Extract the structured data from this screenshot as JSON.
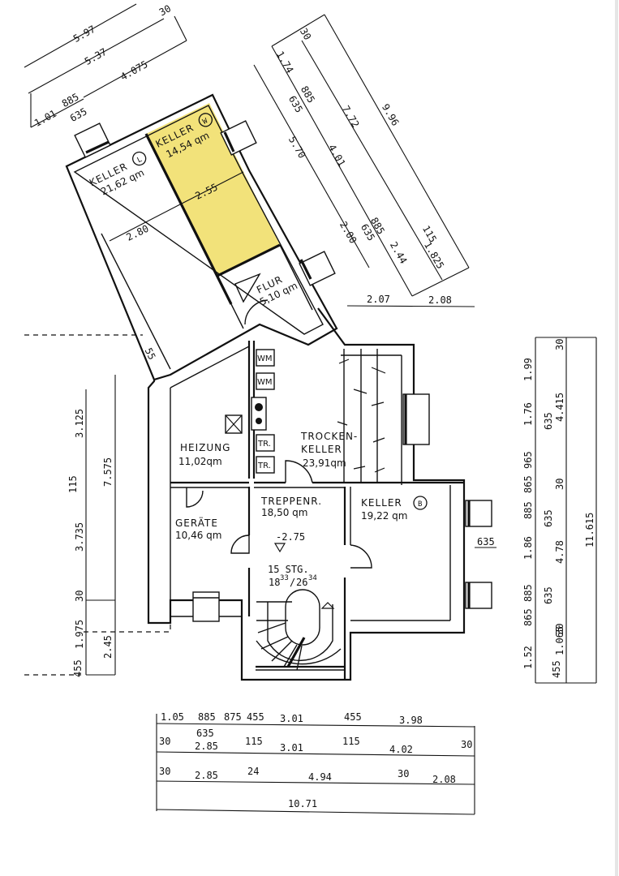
{
  "plan": {
    "highlight_color": "#f2e27a",
    "rooms": [
      {
        "id": "keller-l",
        "name": "KELLER",
        "marker": "L",
        "area": "21,62 qm"
      },
      {
        "id": "keller-w",
        "name": "KELLER",
        "marker": "W",
        "area": "14,54 qm",
        "highlighted": true
      },
      {
        "id": "flur",
        "name": "FLUR",
        "area": "5,10 qm"
      },
      {
        "id": "heizung",
        "name": "HEIZUNG",
        "area": "11,02qm"
      },
      {
        "id": "trockenkeller",
        "name_line1": "TROCKEN-",
        "name_line2": "KELLER",
        "area": "23,91qm"
      },
      {
        "id": "geraete",
        "name": "GERÄTE",
        "area": "10,46 qm"
      },
      {
        "id": "treppenraum",
        "name": "TREPPENR.",
        "area": "18,50 qm"
      },
      {
        "id": "keller-b",
        "name": "KELLER",
        "marker": "B",
        "area": "19,22 qm"
      }
    ],
    "fixtures": {
      "wm1": "WM",
      "wm2": "WM",
      "tr1": "TR.",
      "tr2": "TR."
    },
    "stair": {
      "level": "-2.75",
      "steps": "15 STG.",
      "ratio_main1": "18",
      "ratio_sup1": "33",
      "ratio_sep": "/",
      "ratio_main2": "26",
      "ratio_sup2": "34"
    },
    "inner_dims": {
      "keller_l_width": "2.80",
      "keller_w_width": "2.55",
      "wall_offset": "55"
    },
    "dims_top_left": {
      "d1": "5.97",
      "d2": "5.37",
      "d3": "4.075",
      "d4": "30",
      "d5": "1.01",
      "d6": "885",
      "d7": "635"
    },
    "dims_top_right": {
      "d1": "30",
      "d2": "1.74",
      "d3": "885",
      "d4": "635",
      "d5": "5.70",
      "d6": "4.01",
      "d7": "7.72",
      "d8": "9.96",
      "d9": "2.00",
      "d10": "885",
      "d11": "635",
      "d12": "2.44",
      "d13": "115",
      "d14": "1.825",
      "d15": "2.07",
      "d16": "2.08"
    },
    "dims_left": {
      "d1": "3.125",
      "d2": "115",
      "d3": "3.735",
      "d4": "30",
      "d5": "1.975",
      "d6": "455",
      "d7": "7.575",
      "d8": "2.45"
    },
    "dims_right": {
      "c1": [
        "1.99",
        "1.76",
        "965",
        "865",
        "885",
        "1.86",
        "885",
        "865",
        "1.52"
      ],
      "c2": [
        "30",
        "4.415",
        "635",
        "30",
        "635",
        "4.78",
        "635",
        "30",
        "1.065",
        "455"
      ],
      "c3": "11.615",
      "window": "635"
    },
    "dims_bottom": {
      "r1": [
        "1.05",
        "885",
        "875",
        "455",
        "3.01",
        "455",
        "3.98"
      ],
      "r1_sub": "635",
      "r2": [
        "30",
        "2.85",
        "115",
        "3.01",
        "115",
        "4.02",
        "30"
      ],
      "r3": [
        "30",
        "2.85",
        "24",
        "4.94",
        "30",
        "2.08"
      ],
      "r4": "10.71"
    }
  }
}
